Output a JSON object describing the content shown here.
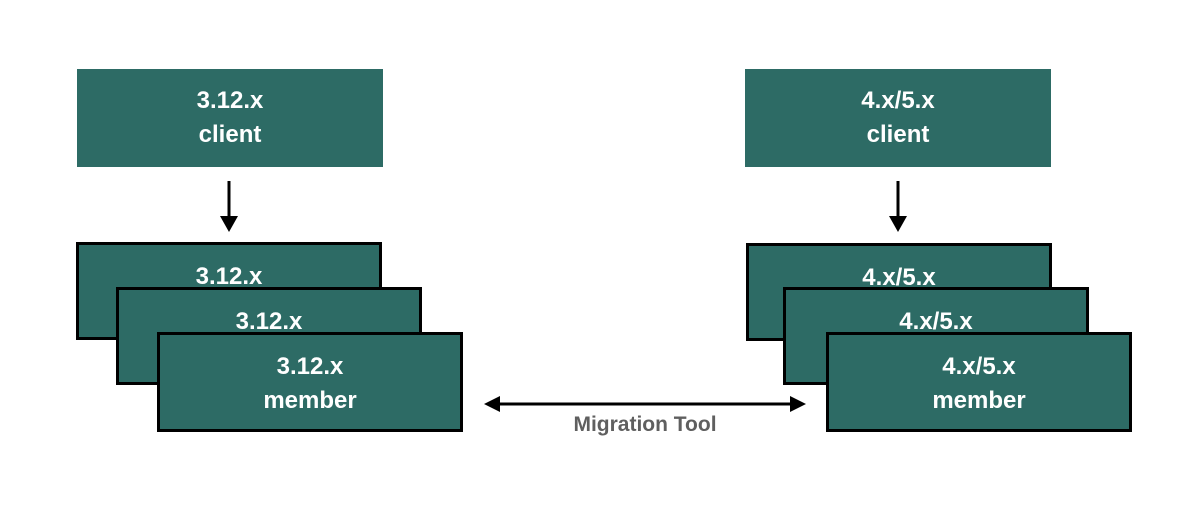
{
  "diagram": {
    "left": {
      "client": {
        "line1": "3.12.x",
        "line2": "client"
      },
      "stack": {
        "back_label": "3.12.x",
        "middle_label": "3.12.x",
        "front_line1": "3.12.x",
        "front_line2": "member"
      }
    },
    "right": {
      "client": {
        "line1": "4.x/5.x",
        "line2": "client"
      },
      "stack": {
        "back_label": "4.x/5.x",
        "middle_label": "4.x/5.x",
        "front_line1": "4.x/5.x",
        "front_line2": "member"
      }
    },
    "migration_label": "Migration Tool"
  },
  "colors": {
    "box_fill": "#2d6b65",
    "box_border": "#000000",
    "box_text": "#ffffff",
    "arrow": "#000000",
    "label_text": "#5f5f5f",
    "background": "#ffffff"
  }
}
